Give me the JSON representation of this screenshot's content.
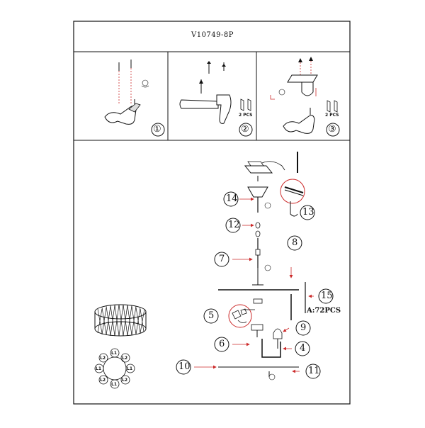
{
  "title": "V10749-8P",
  "steps": [
    "①",
    "②",
    "③"
  ],
  "step2_qty": "2 PCS",
  "step3_qty": "2 PCS",
  "parts": {
    "p14": "14",
    "p13": "13",
    "p12": "12",
    "p7": "7",
    "p8": "8",
    "p15": "15",
    "p5": "5",
    "p9": "9",
    "p6": "6",
    "p4": "4",
    "p10": "10",
    "p11": "11"
  },
  "crystal_count": "A:72PCS",
  "bulb_labels": [
    "L1",
    "L2",
    "L1",
    "L2",
    "L1",
    "L2",
    "L1",
    "L2"
  ],
  "colors": {
    "line": "#111111",
    "accent": "#cc2a2a"
  }
}
